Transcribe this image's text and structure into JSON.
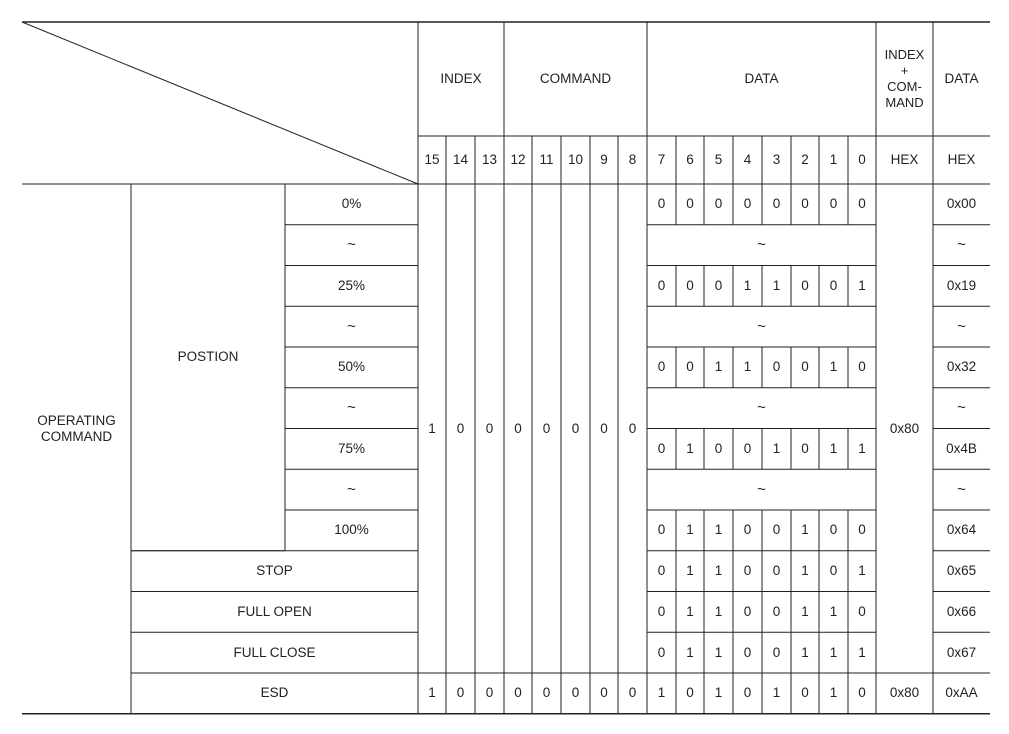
{
  "header": {
    "index": "INDEX",
    "command": "COMMAND",
    "data": "DATA",
    "index_command_lines": [
      "INDEX",
      "+",
      "COM-",
      "MAND"
    ],
    "data_hex_group": "DATA",
    "bits": [
      "15",
      "14",
      "13",
      "12",
      "11",
      "10",
      "9",
      "8",
      "7",
      "6",
      "5",
      "4",
      "3",
      "2",
      "1",
      "0"
    ],
    "hex_label_1": "HEX",
    "hex_label_2": "HEX"
  },
  "operating": {
    "label_line1": "OPERATING",
    "label_line2": "COMMAND",
    "position_label": "POSTION",
    "index_command_bits": [
      "1",
      "0",
      "0",
      "0",
      "0",
      "0",
      "0",
      "0"
    ],
    "index_command_hex": "0x80",
    "rows": [
      {
        "label": "0%",
        "bits": [
          "0",
          "0",
          "0",
          "0",
          "0",
          "0",
          "0",
          "0"
        ],
        "hex": "0x00"
      },
      {
        "label": "~",
        "tilde": true,
        "data_tilde": "~",
        "hex": "~"
      },
      {
        "label": "25%",
        "bits": [
          "0",
          "0",
          "0",
          "1",
          "1",
          "0",
          "0",
          "1"
        ],
        "hex": "0x19"
      },
      {
        "label": "~",
        "tilde": true,
        "data_tilde": "~",
        "hex": "~"
      },
      {
        "label": "50%",
        "bits": [
          "0",
          "0",
          "1",
          "1",
          "0",
          "0",
          "1",
          "0"
        ],
        "hex": "0x32"
      },
      {
        "label": "~",
        "tilde": true,
        "data_tilde": "~",
        "hex": "~"
      },
      {
        "label": "75%",
        "bits": [
          "0",
          "1",
          "0",
          "0",
          "1",
          "0",
          "1",
          "1"
        ],
        "hex": "0x4B"
      },
      {
        "label": "~",
        "tilde": true,
        "data_tilde": "~",
        "hex": "~"
      },
      {
        "label": "100%",
        "bits": [
          "0",
          "1",
          "1",
          "0",
          "0",
          "1",
          "0",
          "0"
        ],
        "hex": "0x64"
      },
      {
        "label": "STOP",
        "wide": true,
        "bits": [
          "0",
          "1",
          "1",
          "0",
          "0",
          "1",
          "0",
          "1"
        ],
        "hex": "0x65"
      },
      {
        "label": "FULL OPEN",
        "wide": true,
        "bits": [
          "0",
          "1",
          "1",
          "0",
          "0",
          "1",
          "1",
          "0"
        ],
        "hex": "0x66"
      },
      {
        "label": "FULL CLOSE",
        "wide": true,
        "bits": [
          "0",
          "1",
          "1",
          "0",
          "0",
          "1",
          "1",
          "1"
        ],
        "hex": "0x67"
      }
    ]
  },
  "esd": {
    "label": "ESD",
    "bits": [
      "1",
      "0",
      "0",
      "0",
      "0",
      "0",
      "0",
      "0",
      "1",
      "0",
      "1",
      "0",
      "1",
      "0",
      "1",
      "0"
    ],
    "index_command_hex": "0x80",
    "hex": "0xAA"
  }
}
